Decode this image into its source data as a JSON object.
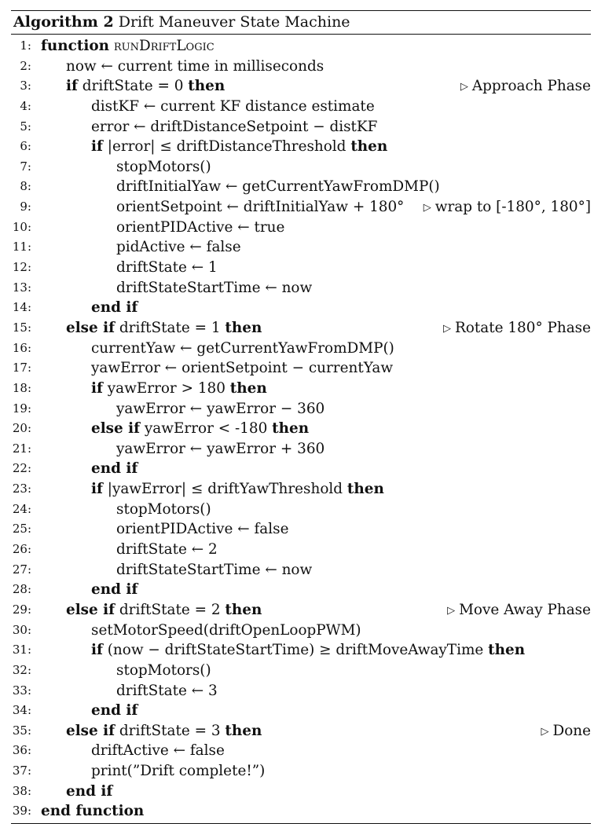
{
  "algorithm": {
    "label": "Algorithm 2",
    "title": "Drift Maneuver State Machine"
  },
  "lines": [
    {
      "num": "1:",
      "indent": 0,
      "content": [
        {
          "t": "function",
          "k": 1
        },
        {
          "t": " "
        },
        {
          "t": "runDriftLogic",
          "sc": 1
        }
      ]
    },
    {
      "num": "2:",
      "indent": 1,
      "content": [
        {
          "t": "now ← current time in milliseconds"
        }
      ]
    },
    {
      "num": "3:",
      "indent": 1,
      "content": [
        {
          "t": "if",
          "k": 1
        },
        {
          "t": " driftState = 0 "
        },
        {
          "t": "then",
          "k": 1
        }
      ],
      "comment": "Approach Phase"
    },
    {
      "num": "4:",
      "indent": 2,
      "content": [
        {
          "t": "distKF ← current KF distance estimate"
        }
      ]
    },
    {
      "num": "5:",
      "indent": 2,
      "content": [
        {
          "t": "error ← driftDistanceSetpoint − distKF"
        }
      ]
    },
    {
      "num": "6:",
      "indent": 2,
      "content": [
        {
          "t": "if",
          "k": 1
        },
        {
          "t": " |error| ≤ driftDistanceThreshold "
        },
        {
          "t": "then",
          "k": 1
        }
      ]
    },
    {
      "num": "7:",
      "indent": 3,
      "content": [
        {
          "t": "stopMotors()"
        }
      ]
    },
    {
      "num": "8:",
      "indent": 3,
      "content": [
        {
          "t": "driftInitialYaw ← getCurrentYawFromDMP()"
        }
      ]
    },
    {
      "num": "9:",
      "indent": 3,
      "content": [
        {
          "t": "orientSetpoint ← driftInitialYaw + 180°"
        }
      ],
      "comment": "wrap to [-180°, 180°]"
    },
    {
      "num": "10:",
      "indent": 3,
      "content": [
        {
          "t": "orientPIDActive ← true"
        }
      ]
    },
    {
      "num": "11:",
      "indent": 3,
      "content": [
        {
          "t": "pidActive ← false"
        }
      ]
    },
    {
      "num": "12:",
      "indent": 3,
      "content": [
        {
          "t": "driftState ← 1"
        }
      ]
    },
    {
      "num": "13:",
      "indent": 3,
      "content": [
        {
          "t": "driftStateStartTime ← now"
        }
      ]
    },
    {
      "num": "14:",
      "indent": 2,
      "content": [
        {
          "t": "end if",
          "k": 1
        }
      ]
    },
    {
      "num": "15:",
      "indent": 1,
      "content": [
        {
          "t": "else if",
          "k": 1
        },
        {
          "t": " driftState = 1 "
        },
        {
          "t": "then",
          "k": 1
        }
      ],
      "comment": "Rotate 180° Phase"
    },
    {
      "num": "16:",
      "indent": 2,
      "content": [
        {
          "t": "currentYaw ← getCurrentYawFromDMP()"
        }
      ]
    },
    {
      "num": "17:",
      "indent": 2,
      "content": [
        {
          "t": "yawError ← orientSetpoint − currentYaw"
        }
      ]
    },
    {
      "num": "18:",
      "indent": 2,
      "content": [
        {
          "t": "if",
          "k": 1
        },
        {
          "t": " yawError > 180 "
        },
        {
          "t": "then",
          "k": 1
        }
      ]
    },
    {
      "num": "19:",
      "indent": 3,
      "content": [
        {
          "t": "yawError ← yawError − 360"
        }
      ]
    },
    {
      "num": "20:",
      "indent": 2,
      "content": [
        {
          "t": "else if",
          "k": 1
        },
        {
          "t": " yawError < -180 "
        },
        {
          "t": "then",
          "k": 1
        }
      ]
    },
    {
      "num": "21:",
      "indent": 3,
      "content": [
        {
          "t": "yawError ← yawError + 360"
        }
      ]
    },
    {
      "num": "22:",
      "indent": 2,
      "content": [
        {
          "t": "end if",
          "k": 1
        }
      ]
    },
    {
      "num": "23:",
      "indent": 2,
      "content": [
        {
          "t": "if",
          "k": 1
        },
        {
          "t": " |yawError| ≤ driftYawThreshold "
        },
        {
          "t": "then",
          "k": 1
        }
      ]
    },
    {
      "num": "24:",
      "indent": 3,
      "content": [
        {
          "t": "stopMotors()"
        }
      ]
    },
    {
      "num": "25:",
      "indent": 3,
      "content": [
        {
          "t": "orientPIDActive ← false"
        }
      ]
    },
    {
      "num": "26:",
      "indent": 3,
      "content": [
        {
          "t": "driftState ← 2"
        }
      ]
    },
    {
      "num": "27:",
      "indent": 3,
      "content": [
        {
          "t": "driftStateStartTime ← now"
        }
      ]
    },
    {
      "num": "28:",
      "indent": 2,
      "content": [
        {
          "t": "end if",
          "k": 1
        }
      ]
    },
    {
      "num": "29:",
      "indent": 1,
      "content": [
        {
          "t": "else if",
          "k": 1
        },
        {
          "t": " driftState = 2 "
        },
        {
          "t": "then",
          "k": 1
        }
      ],
      "comment": "Move Away Phase"
    },
    {
      "num": "30:",
      "indent": 2,
      "content": [
        {
          "t": "setMotorSpeed(driftOpenLoopPWM)"
        }
      ]
    },
    {
      "num": "31:",
      "indent": 2,
      "content": [
        {
          "t": "if",
          "k": 1
        },
        {
          "t": " (now − driftStateStartTime) ≥ driftMoveAwayTime "
        },
        {
          "t": "then",
          "k": 1
        }
      ]
    },
    {
      "num": "32:",
      "indent": 3,
      "content": [
        {
          "t": "stopMotors()"
        }
      ]
    },
    {
      "num": "33:",
      "indent": 3,
      "content": [
        {
          "t": "driftState ← 3"
        }
      ]
    },
    {
      "num": "34:",
      "indent": 2,
      "content": [
        {
          "t": "end if",
          "k": 1
        }
      ]
    },
    {
      "num": "35:",
      "indent": 1,
      "content": [
        {
          "t": "else if",
          "k": 1
        },
        {
          "t": " driftState = 3 "
        },
        {
          "t": "then",
          "k": 1
        }
      ],
      "comment": "Done"
    },
    {
      "num": "36:",
      "indent": 2,
      "content": [
        {
          "t": "driftActive ← false"
        }
      ]
    },
    {
      "num": "37:",
      "indent": 2,
      "content": [
        {
          "t": "print(”Drift complete!”)"
        }
      ]
    },
    {
      "num": "38:",
      "indent": 1,
      "content": [
        {
          "t": "end if",
          "k": 1
        }
      ]
    },
    {
      "num": "39:",
      "indent": 0,
      "content": [
        {
          "t": "end function",
          "k": 1
        }
      ]
    }
  ]
}
